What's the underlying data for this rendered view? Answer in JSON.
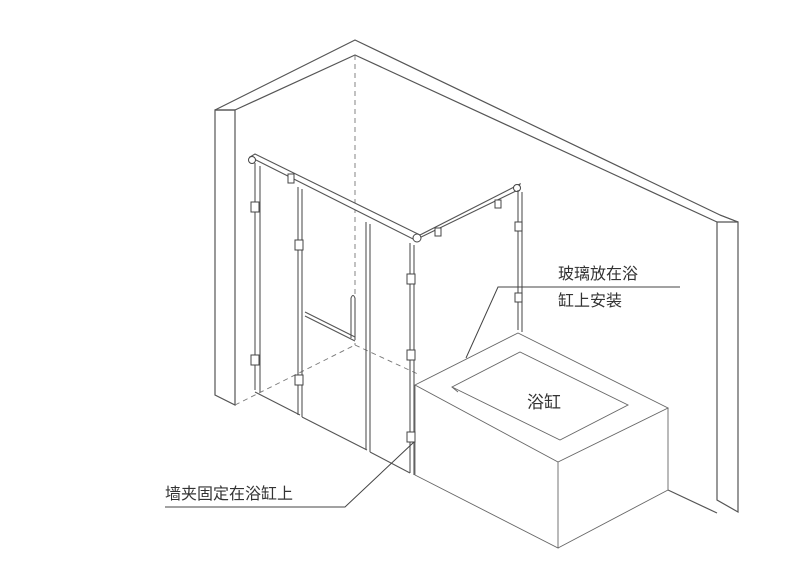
{
  "annotations": {
    "glass_on_tub_line1": "玻璃放在浴",
    "glass_on_tub_line2": "缸上安装",
    "bathtub": "浴缸",
    "wall_clamp": "墙夹固定在浴缸上"
  }
}
